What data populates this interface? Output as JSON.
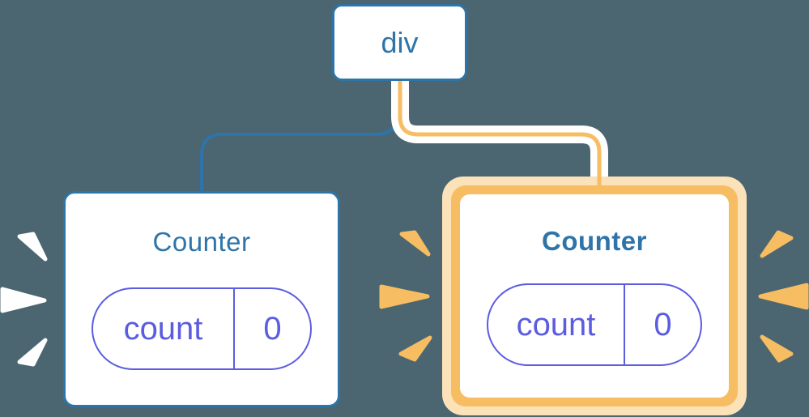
{
  "background_color": "#4B6670",
  "colors": {
    "background": "#4B6670",
    "blue": "#2E74A8",
    "purple": "#5C5CE0",
    "amber": "#F7BD62",
    "cream": "#FBE2B8",
    "white": "#FFFFFF"
  },
  "root_node": {
    "label": "div"
  },
  "nodes": [
    {
      "title": "Counter",
      "highlighted": false,
      "state_pill": {
        "key": "count",
        "value": "0"
      }
    },
    {
      "title": "Counter",
      "highlighted": true,
      "state_pill": {
        "key": "count",
        "value": "0"
      }
    }
  ]
}
